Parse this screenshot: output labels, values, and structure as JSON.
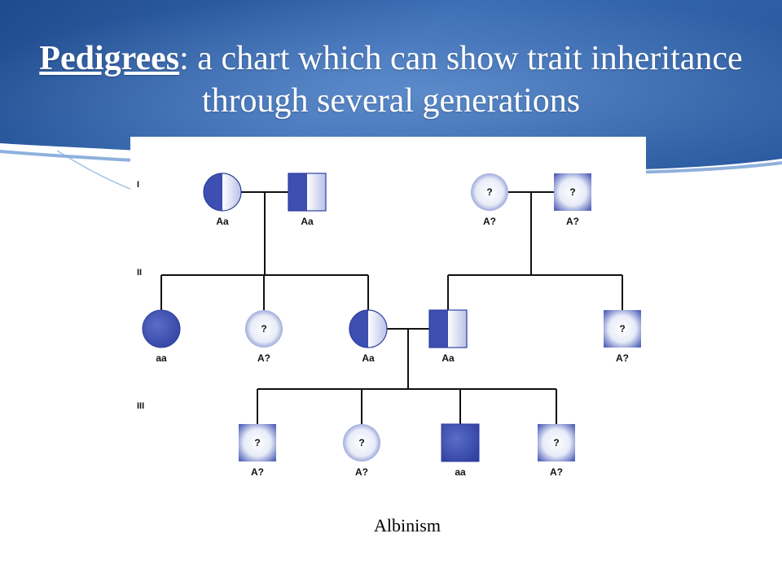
{
  "slide": {
    "title_term": "Pedigrees",
    "title_rest": ": a chart which can show trait inheritance through several generations",
    "caption": "Albinism"
  },
  "colors": {
    "header_blue": "#2a5aa0",
    "header_light": "#6d9ad4",
    "affected_fill": "#3d4fb0",
    "symbol_edge": "#2f3fa0"
  },
  "pedigree": {
    "generations": [
      "I",
      "II",
      "III"
    ],
    "trait": "albinism",
    "individuals": [
      {
        "id": "I-1",
        "generation": "I",
        "sex": "female",
        "status": "carrier",
        "genotype": "Aa",
        "mark": ""
      },
      {
        "id": "I-2",
        "generation": "I",
        "sex": "male",
        "status": "carrier",
        "genotype": "Aa",
        "mark": ""
      },
      {
        "id": "I-3",
        "generation": "I",
        "sex": "female",
        "status": "unknown",
        "genotype": "A?",
        "mark": "?"
      },
      {
        "id": "I-4",
        "generation": "I",
        "sex": "male",
        "status": "unknown",
        "genotype": "A?",
        "mark": "?"
      },
      {
        "id": "II-1",
        "generation": "II",
        "sex": "female",
        "status": "affected",
        "genotype": "aa",
        "mark": ""
      },
      {
        "id": "II-2",
        "generation": "II",
        "sex": "female",
        "status": "unknown",
        "genotype": "A?",
        "mark": "?"
      },
      {
        "id": "II-3",
        "generation": "II",
        "sex": "female",
        "status": "carrier",
        "genotype": "Aa",
        "mark": ""
      },
      {
        "id": "II-4",
        "generation": "II",
        "sex": "male",
        "status": "carrier",
        "genotype": "Aa",
        "mark": ""
      },
      {
        "id": "II-5",
        "generation": "II",
        "sex": "male",
        "status": "unknown",
        "genotype": "A?",
        "mark": "?"
      },
      {
        "id": "III-1",
        "generation": "III",
        "sex": "male",
        "status": "unknown",
        "genotype": "A?",
        "mark": "?"
      },
      {
        "id": "III-2",
        "generation": "III",
        "sex": "female",
        "status": "unknown",
        "genotype": "A?",
        "mark": "?"
      },
      {
        "id": "III-3",
        "generation": "III",
        "sex": "male",
        "status": "affected",
        "genotype": "aa",
        "mark": ""
      },
      {
        "id": "III-4",
        "generation": "III",
        "sex": "male",
        "status": "unknown",
        "genotype": "A?",
        "mark": "?"
      }
    ],
    "matings": [
      {
        "partners": [
          "I-1",
          "I-2"
        ],
        "children": [
          "II-1",
          "II-2",
          "II-3"
        ]
      },
      {
        "partners": [
          "I-3",
          "I-4"
        ],
        "children": [
          "II-4",
          "II-5"
        ]
      },
      {
        "partners": [
          "II-3",
          "II-4"
        ],
        "children": [
          "III-1",
          "III-2",
          "III-3",
          "III-4"
        ]
      }
    ]
  }
}
